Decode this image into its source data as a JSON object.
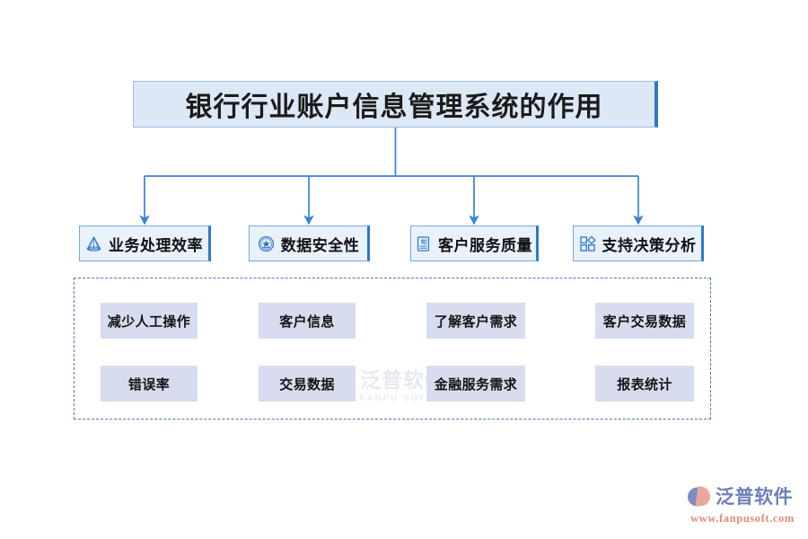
{
  "diagram": {
    "title": {
      "label": "银行行业账户信息管理系统的作用"
    },
    "categories": [
      {
        "label": "业务处理效率",
        "icon": "pyramid-icon"
      },
      {
        "label": "数据安全性",
        "icon": "seal-star-icon"
      },
      {
        "label": "客户服务质量",
        "icon": "invoice-icon"
      },
      {
        "label": "支持决策分析",
        "icon": "dashboard-grid-icon"
      }
    ],
    "details": [
      {
        "label": "减少人工操作"
      },
      {
        "label": "客户信息"
      },
      {
        "label": "了解客户需求"
      },
      {
        "label": "客户交易数据"
      },
      {
        "label": "错误率"
      },
      {
        "label": "交易数据"
      },
      {
        "label": "金融服务需求"
      },
      {
        "label": "报表统计"
      }
    ]
  },
  "watermark": {
    "cn": "泛普软件",
    "en": "FANPU SOFTWARE"
  },
  "brand": {
    "name": "泛普软件",
    "url": "www.fanpusoft.com"
  },
  "colors": {
    "title_fill": "#dde8f7",
    "title_border": "#9fbde3",
    "accent_edge": "#2f77c9",
    "category_fill": "#e9f1fb",
    "category_border": "#76a8de",
    "detail_fill": "#d7ddef",
    "dashed_border": "#4a78c0",
    "connector": "#3b82d6",
    "brand_blue": "#6f7dbb",
    "brand_orange": "#e08a78"
  }
}
